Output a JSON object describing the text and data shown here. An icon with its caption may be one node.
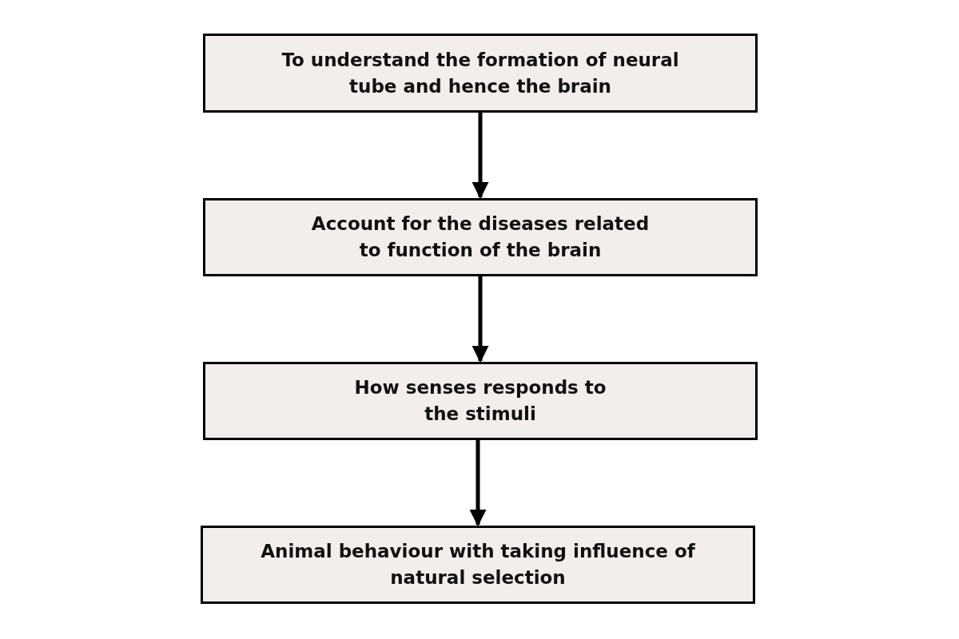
{
  "diagram": {
    "nodes": [
      {
        "text": [
          "To understand the formation of neural tube and hence the brain"
        ]
      },
      {
        "text": [
          "Account for the diseases related to function of the brain"
        ]
      },
      {
        "text": [
          "How senses responds to the stimuli"
        ]
      },
      {
        "text": [
          "Animal behaviour with taking influence of natural selection"
        ]
      }
    ],
    "edges": [
      {
        "from": 0,
        "to": 1,
        "arrow": "to"
      },
      {
        "from": 1,
        "to": 2,
        "arrow": "to"
      },
      {
        "from": 2,
        "to": 3,
        "arrow": "to"
      }
    ]
  }
}
